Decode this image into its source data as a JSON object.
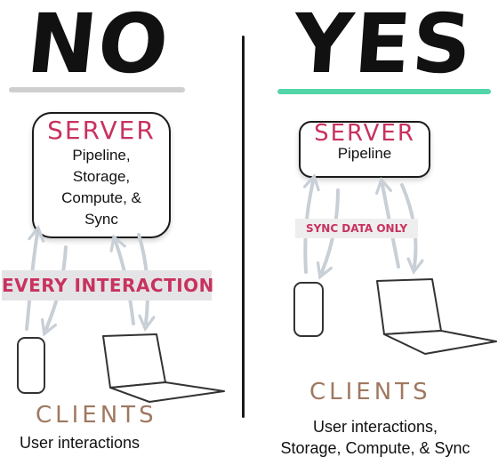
{
  "panels": {
    "no": {
      "heading": "NO",
      "server_title": "SERVER",
      "server_lines": [
        "Pipeline,",
        "Storage,",
        "Compute, &",
        "Sync"
      ],
      "arrow_label": "EVERY INTERACTION",
      "clients_title": "CLIENTS",
      "clients_desc": "User interactions"
    },
    "yes": {
      "heading": "YES",
      "server_title": "SERVER",
      "server_lines": [
        "Pipeline"
      ],
      "arrow_label": "SYNC DATA ONLY",
      "clients_title": "CLIENTS",
      "clients_desc_lines": [
        "User interactions,",
        "Storage, Compute, & Sync"
      ]
    }
  },
  "colors": {
    "accent_red": "#c8325f",
    "clients_brown": "#a07860",
    "no_underline": "#cfcfcf",
    "yes_underline": "#52d6a8",
    "arrow_gray": "#c8cfd6"
  },
  "icons": [
    "phone-icon",
    "laptop-icon",
    "arrow-icon"
  ]
}
